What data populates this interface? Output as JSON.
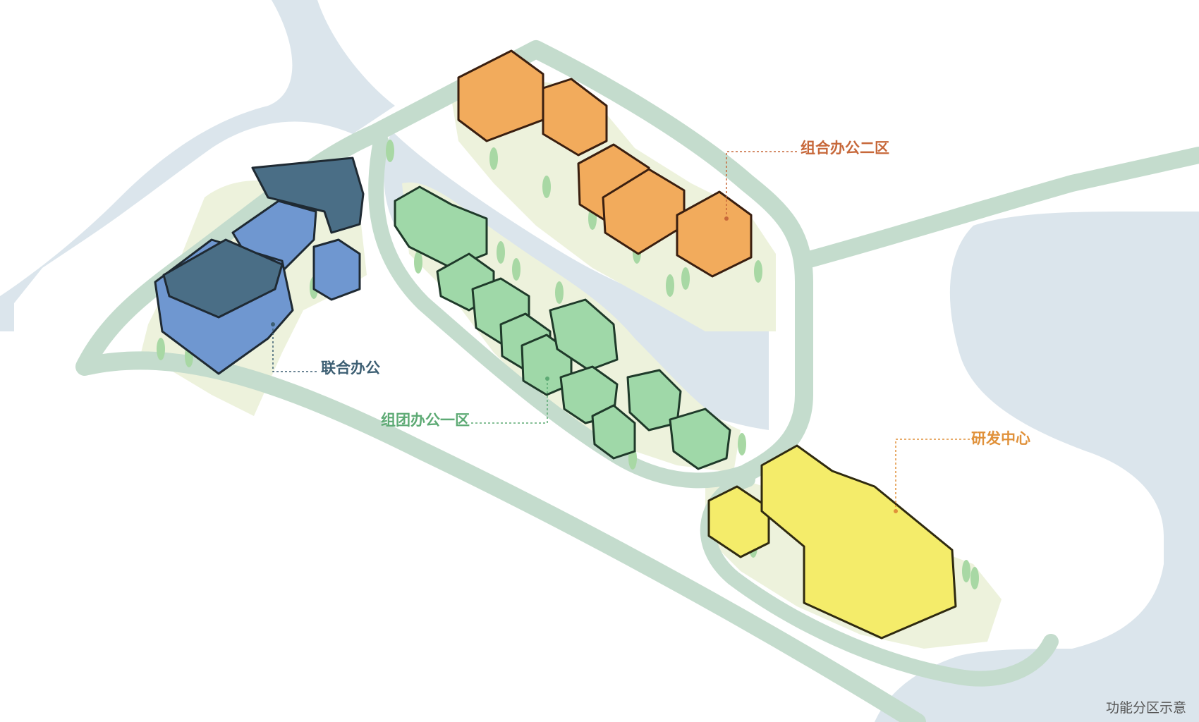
{
  "caption": "功能分区示意",
  "zones": {
    "joint_office": {
      "label": "联合办公",
      "color": "#3d5f73"
    },
    "cluster_office_1": {
      "label": "组团办公一区",
      "color": "#5daa74"
    },
    "combined_office_2": {
      "label": "组合办公二区",
      "color": "#c7683a"
    },
    "rnd_center": {
      "label": "研发中心",
      "color": "#e0913a"
    }
  },
  "palette": {
    "water": "#dbe5ec",
    "road": "#c4dccd",
    "lawn": "#edf2dc",
    "tree": "#a8d8a4",
    "blue_roof": "#4a6e86",
    "blue_body": "#6f97d0",
    "green_roof": "#9fd8a8",
    "green_side": "#72c183",
    "orange_roof": "#f2ab5c",
    "orange_side": "#ec6d4e",
    "yellow_roof": "#f4ec6a",
    "yellow_side": "#efe044"
  }
}
